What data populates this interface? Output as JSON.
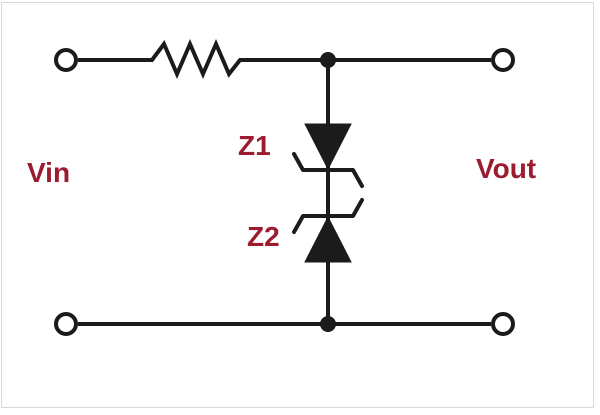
{
  "diagram": {
    "kind": "circuit-schematic",
    "description": "Series resistor with two back-to-back zener diodes between input and output rails",
    "labels": {
      "vin": "Vin",
      "vout": "Vout",
      "z1": "Z1",
      "z2": "Z2"
    },
    "components": [
      {
        "name": "series-resistor",
        "symbol": "resistor-zigzag",
        "position": "top-rail"
      },
      {
        "name": "zener-diode-z1",
        "symbol": "zener-diode",
        "label": "Z1",
        "cathode": "bottom",
        "position": "middle-branch-upper"
      },
      {
        "name": "zener-diode-z2",
        "symbol": "zener-diode",
        "label": "Z2",
        "cathode": "top",
        "position": "middle-branch-lower"
      }
    ],
    "terminals": [
      "input-top",
      "output-top",
      "input-bottom",
      "output-bottom"
    ],
    "junction_dots": 2,
    "colors": {
      "wire": "#1b1b1b",
      "label_text": "#9b1b2f",
      "background": "#ffffff",
      "frame_border": "#d9d9d9"
    }
  }
}
